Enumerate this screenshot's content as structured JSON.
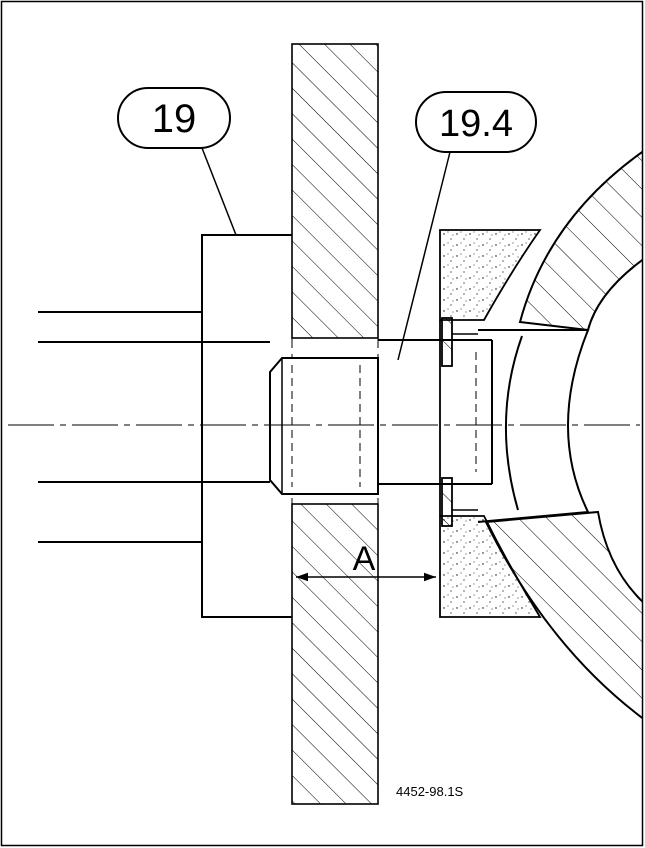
{
  "callouts": {
    "part_main": "19",
    "part_sub": "19.4"
  },
  "dimension": {
    "label": "A"
  },
  "drawing_number": "4452-98.1S"
}
